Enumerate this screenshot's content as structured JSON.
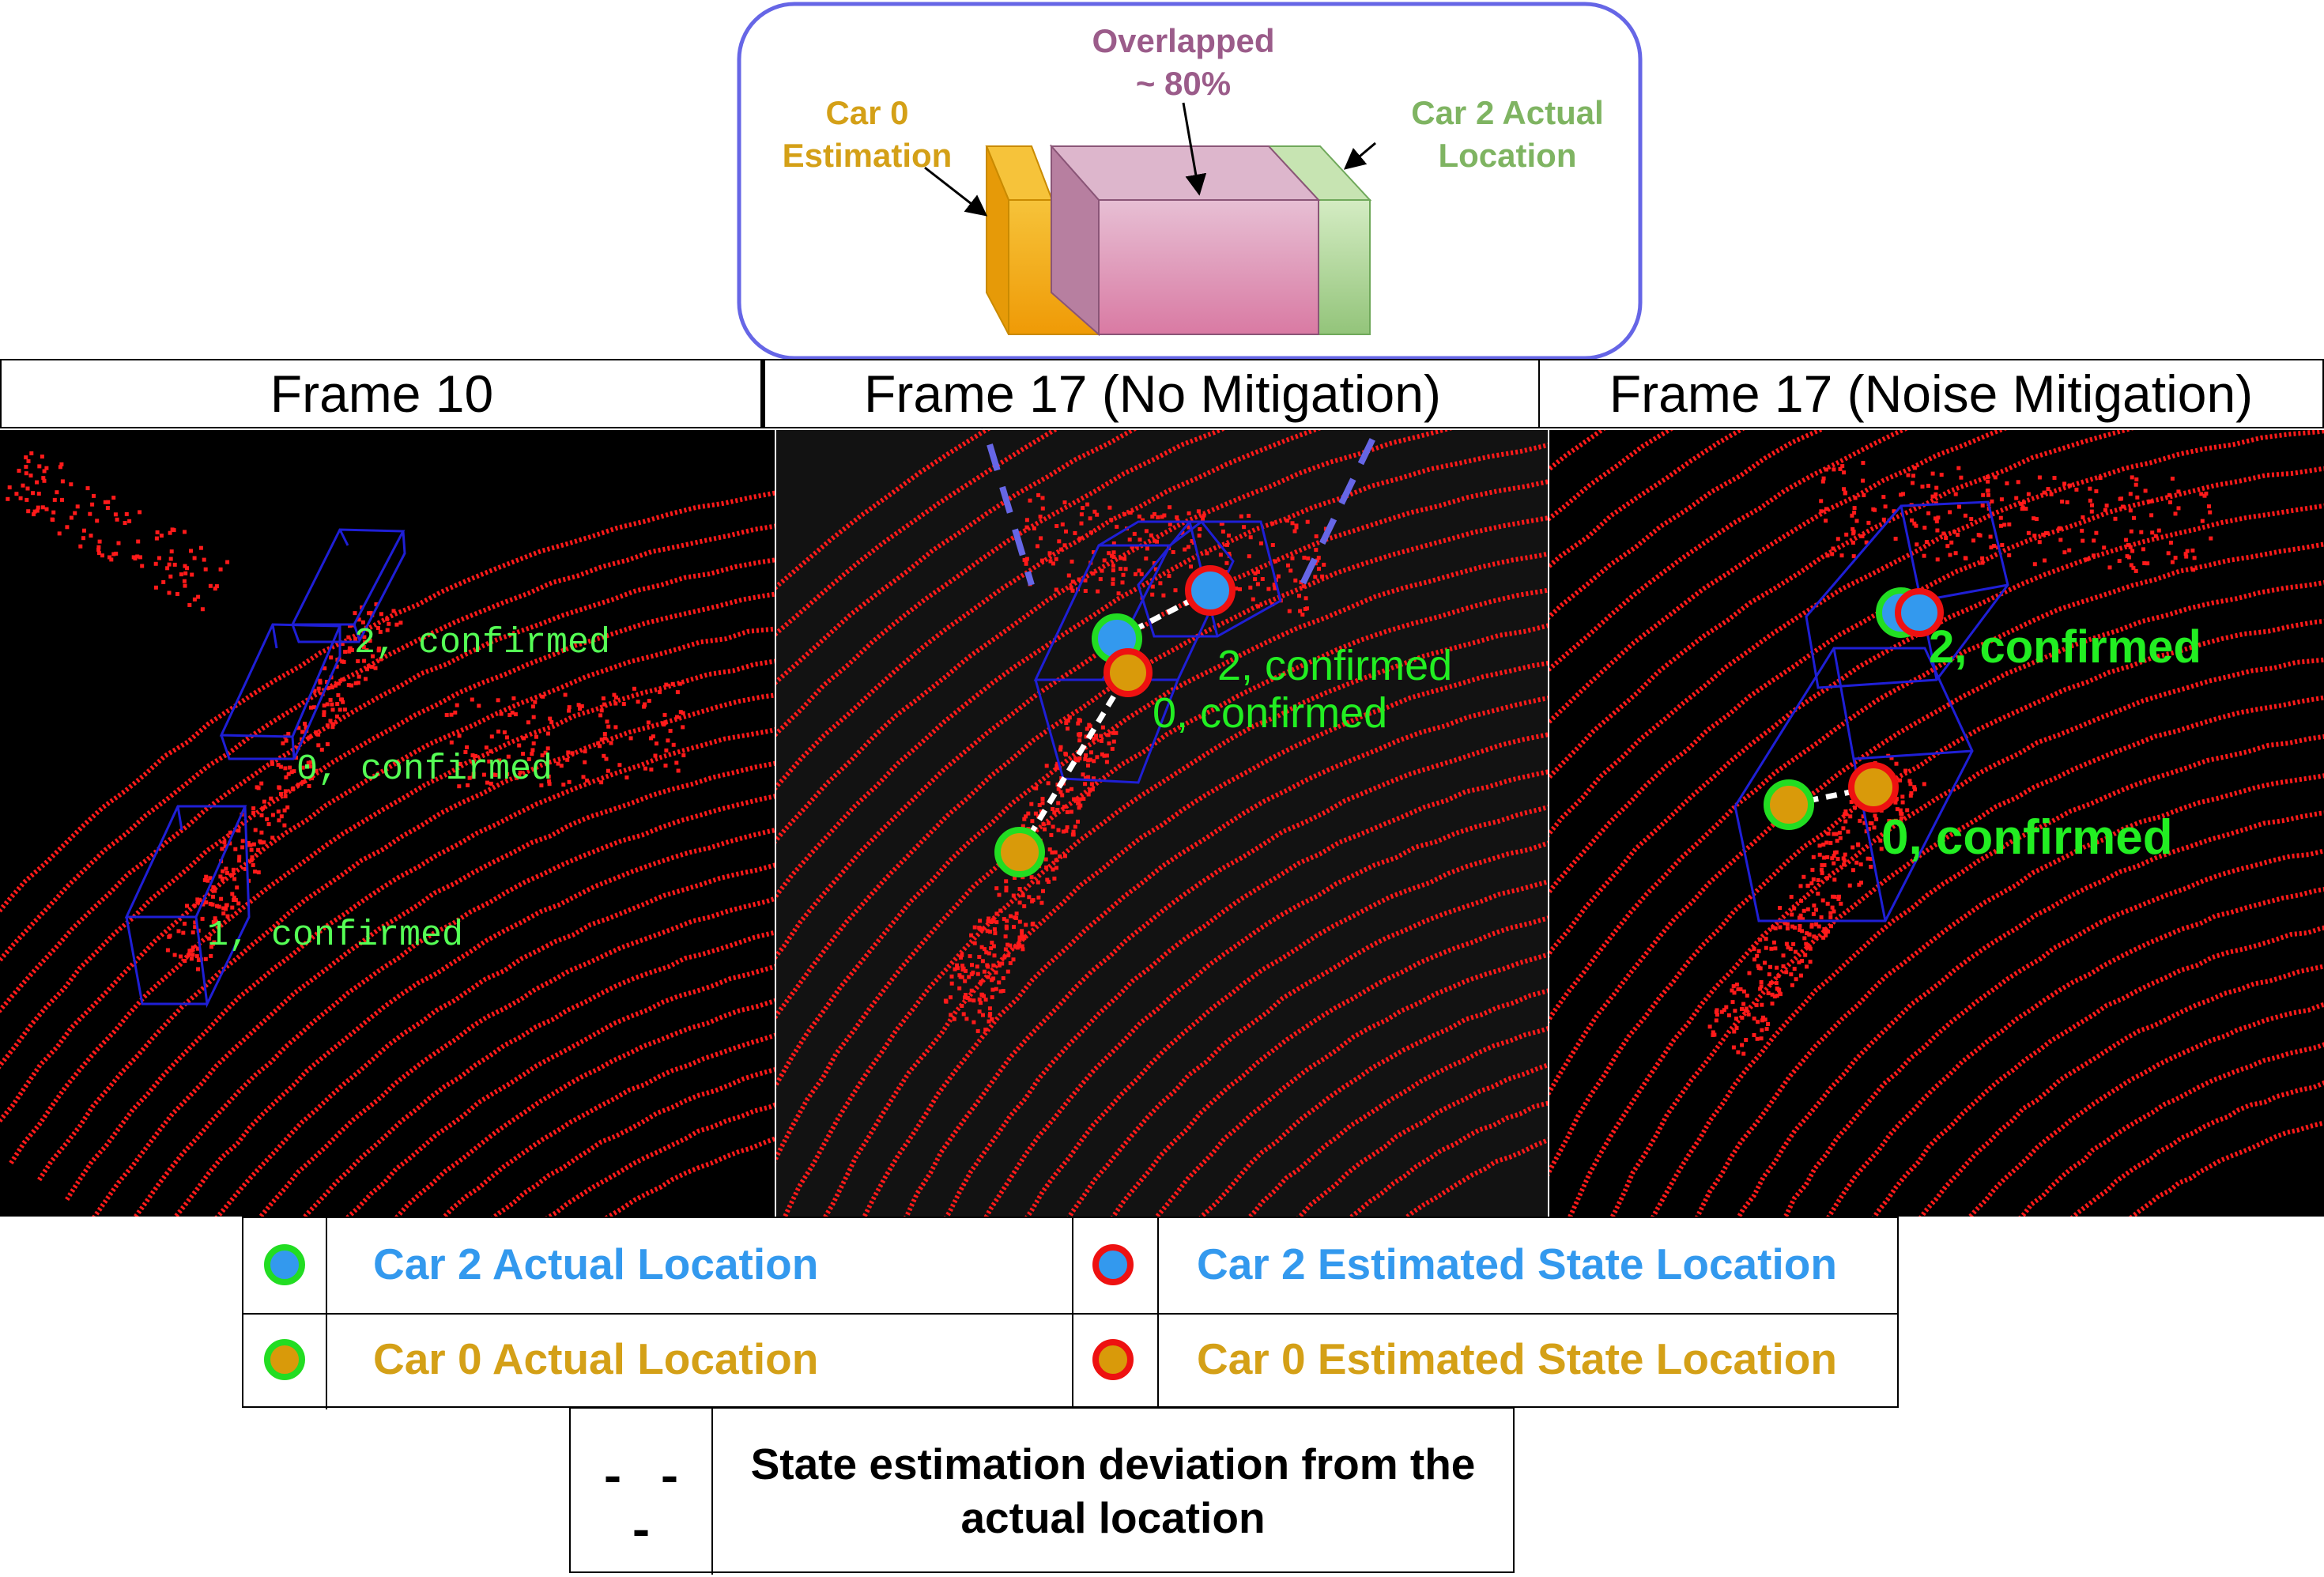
{
  "colors": {
    "point_red": "#ff1a1a",
    "box_blue": "#1f1fd6",
    "label_green": "#22ee22",
    "car2_blue": "#3399ee",
    "car0_orange": "#d99a0a",
    "actual_ring": "#22dd22",
    "estimated_ring": "#ee1111",
    "callout_border": "#6666e6",
    "car0_text": "#d4a017",
    "overlap_text": "#9b5c8a",
    "car2_text": "#7fb462"
  },
  "callout": {
    "overlap_label_line1": "Overlapped",
    "overlap_label_line2": "~ 80%",
    "car0_label_line1": "Car 0",
    "car0_label_line2": "Estimation",
    "car2_label_line1": "Car 2 Actual",
    "car2_label_line2": "Location",
    "overlap_fraction": 0.8
  },
  "panels": [
    {
      "title": "Frame 10",
      "labels": [
        "2, confirmed",
        "0, confirmed",
        "1, confirmed"
      ]
    },
    {
      "title": "Frame 17 (No Mitigation)",
      "labels": [
        "2, confirmed",
        "0, confirmed"
      ]
    },
    {
      "title": "Frame 17 (Noise Mitigation)",
      "labels": [
        "2, confirmed",
        "0, confirmed"
      ]
    }
  ],
  "legend": {
    "car2_actual": "Car 2 Actual Location",
    "car2_estimated": "Car 2 Estimated State Location",
    "car0_actual": "Car 0 Actual Location",
    "car0_estimated": "Car 0 Estimated State Location",
    "deviation_line1": "State estimation deviation from the",
    "deviation_line2": "actual location",
    "deviation_symbol": "- - -"
  }
}
